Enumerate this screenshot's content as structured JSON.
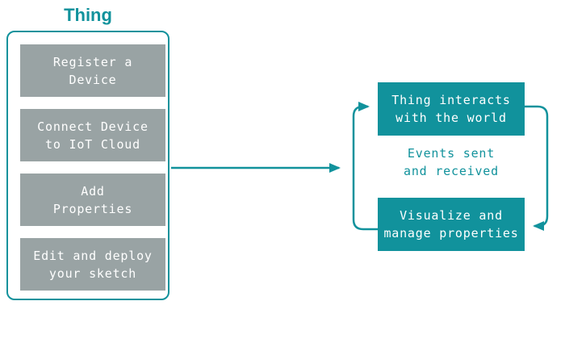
{
  "title": "Thing",
  "colors": {
    "teal": "#11929c",
    "step_gray": "#99a3a4",
    "text_on_fill": "#ffffff",
    "background": "#ffffff"
  },
  "left_panel": {
    "steps": [
      {
        "label": "Register a\nDevice"
      },
      {
        "label": "Connect Device\nto IoT Cloud"
      },
      {
        "label": "Add\nProperties"
      },
      {
        "label": "Edit and deploy\nyour sketch"
      }
    ]
  },
  "cycle": {
    "top_box_label": "Thing interacts\nwith the world",
    "middle_label": "Events sent\nand received",
    "bottom_box_label": "Visualize and\nmanage properties"
  },
  "icons": {
    "flow_arrow": "right-arrow",
    "cycle_left_arrow": "curved-up-right-arrow",
    "cycle_right_arrow": "curved-down-left-arrow"
  }
}
